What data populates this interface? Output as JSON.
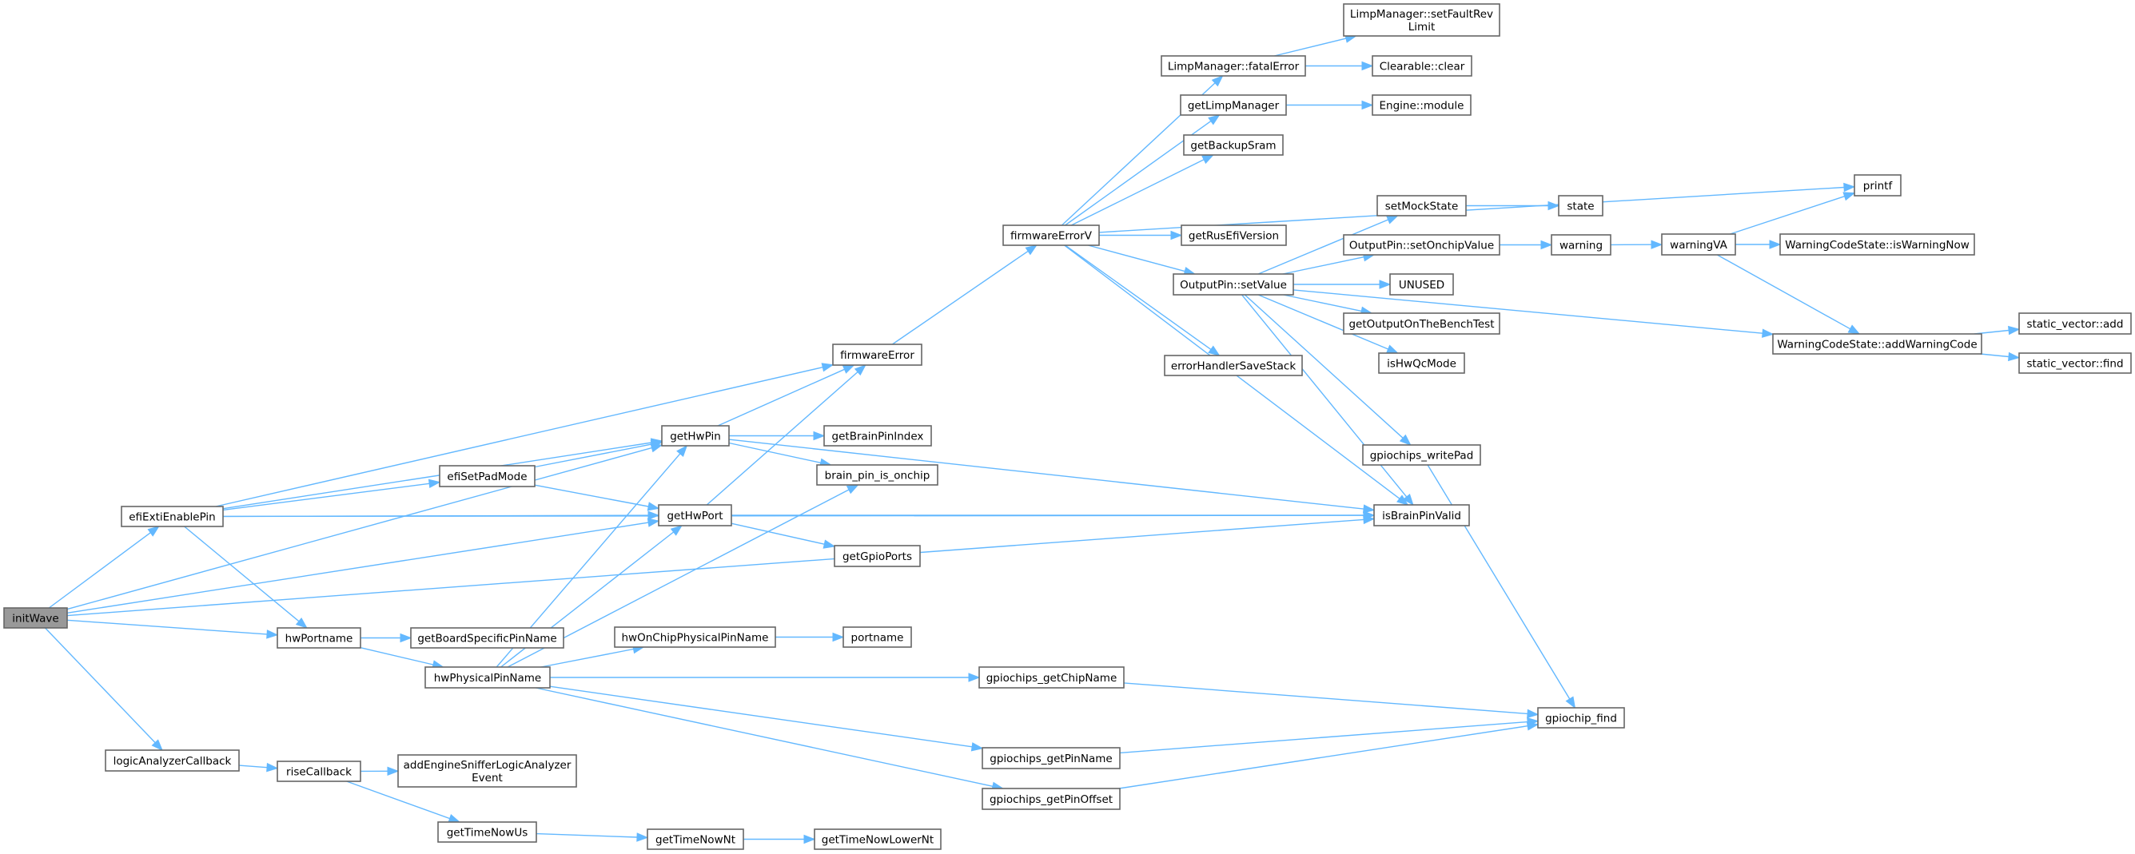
{
  "graph": {
    "title": "initWave call graph",
    "colors": {
      "edge": "#63b8ff",
      "root_fill": "#999999",
      "node_border": "#666666",
      "node_fill": "#ffffff"
    },
    "root": "initWave",
    "nodes": [
      {
        "id": "initWave",
        "lines": [
          "initWave"
        ]
      },
      {
        "id": "efiExtiEnablePin",
        "lines": [
          "efiExtiEnablePin"
        ]
      },
      {
        "id": "logicAnalyzerCallback",
        "lines": [
          "logicAnalyzerCallback"
        ]
      },
      {
        "id": "hwPortname",
        "lines": [
          "hwPortname"
        ]
      },
      {
        "id": "getBoardSpecificPinName",
        "lines": [
          "getBoardSpecificPinName"
        ]
      },
      {
        "id": "hwPhysicalPinName",
        "lines": [
          "hwPhysicalPinName"
        ]
      },
      {
        "id": "riseCallback",
        "lines": [
          "riseCallback"
        ]
      },
      {
        "id": "addEngineSnifferLogicAnalyzerEvent",
        "lines": [
          "addEngineSnifferLogicAnalyzer",
          "Event"
        ]
      },
      {
        "id": "getTimeNowUs",
        "lines": [
          "getTimeNowUs"
        ]
      },
      {
        "id": "getTimeNowNt",
        "lines": [
          "getTimeNowNt"
        ]
      },
      {
        "id": "getTimeNowLowerNt",
        "lines": [
          "getTimeNowLowerNt"
        ]
      },
      {
        "id": "efiSetPadMode",
        "lines": [
          "efiSetPadMode"
        ]
      },
      {
        "id": "getHwPin",
        "lines": [
          "getHwPin"
        ]
      },
      {
        "id": "getHwPort",
        "lines": [
          "getHwPort"
        ]
      },
      {
        "id": "firmwareError",
        "lines": [
          "firmwareError"
        ]
      },
      {
        "id": "getBrainPinIndex",
        "lines": [
          "getBrainPinIndex"
        ]
      },
      {
        "id": "brain_pin_is_onchip",
        "lines": [
          "brain_pin_is_onchip"
        ]
      },
      {
        "id": "getGpioPorts",
        "lines": [
          "getGpioPorts"
        ]
      },
      {
        "id": "hwOnChipPhysicalPinName",
        "lines": [
          "hwOnChipPhysicalPinName"
        ]
      },
      {
        "id": "portname",
        "lines": [
          "portname"
        ]
      },
      {
        "id": "gpiochips_getChipName",
        "lines": [
          "gpiochips_getChipName"
        ]
      },
      {
        "id": "gpiochips_getPinName",
        "lines": [
          "gpiochips_getPinName"
        ]
      },
      {
        "id": "gpiochips_getPinOffset",
        "lines": [
          "gpiochips_getPinOffset"
        ]
      },
      {
        "id": "gpiochip_find",
        "lines": [
          "gpiochip_find"
        ]
      },
      {
        "id": "firmwareErrorV",
        "lines": [
          "firmwareErrorV"
        ]
      },
      {
        "id": "fatalError",
        "lines": [
          "LimpManager::fatalError"
        ]
      },
      {
        "id": "setFaultRevLimit",
        "lines": [
          "LimpManager::setFaultRev",
          "Limit"
        ]
      },
      {
        "id": "clear",
        "lines": [
          "Clearable::clear"
        ]
      },
      {
        "id": "getLimpManager",
        "lines": [
          "getLimpManager"
        ]
      },
      {
        "id": "engineModule",
        "lines": [
          "Engine::module"
        ]
      },
      {
        "id": "getBackupSram",
        "lines": [
          "getBackupSram"
        ]
      },
      {
        "id": "getRusEfiVersion",
        "lines": [
          "getRusEfiVersion"
        ]
      },
      {
        "id": "setValue",
        "lines": [
          "OutputPin::setValue"
        ]
      },
      {
        "id": "errorHandlerSaveStack",
        "lines": [
          "errorHandlerSaveStack"
        ]
      },
      {
        "id": "setMockState",
        "lines": [
          "setMockState"
        ]
      },
      {
        "id": "state",
        "lines": [
          "state"
        ]
      },
      {
        "id": "setOnchipValue",
        "lines": [
          "OutputPin::setOnchipValue"
        ]
      },
      {
        "id": "warning",
        "lines": [
          "warning"
        ]
      },
      {
        "id": "warningVA",
        "lines": [
          "warningVA"
        ]
      },
      {
        "id": "UNUSED",
        "lines": [
          "UNUSED"
        ]
      },
      {
        "id": "getOutputOnTheBenchTest",
        "lines": [
          "getOutputOnTheBenchTest"
        ]
      },
      {
        "id": "isHwQcMode",
        "lines": [
          "isHwQcMode"
        ]
      },
      {
        "id": "gpiochips_writePad",
        "lines": [
          "gpiochips_writePad"
        ]
      },
      {
        "id": "isBrainPinValid",
        "lines": [
          "isBrainPinValid"
        ]
      },
      {
        "id": "printf",
        "lines": [
          "printf"
        ]
      },
      {
        "id": "isWarningNow",
        "lines": [
          "WarningCodeState::isWarningNow"
        ]
      },
      {
        "id": "addWarningCode",
        "lines": [
          "WarningCodeState::addWarningCode"
        ]
      },
      {
        "id": "svAdd",
        "lines": [
          "static_vector::add"
        ]
      },
      {
        "id": "svFind",
        "lines": [
          "static_vector::find"
        ]
      }
    ],
    "edges": [
      [
        "initWave",
        "efiExtiEnablePin"
      ],
      [
        "initWave",
        "getHwPin"
      ],
      [
        "initWave",
        "getHwPort"
      ],
      [
        "initWave",
        "hwPortname"
      ],
      [
        "initWave",
        "isBrainPinValid"
      ],
      [
        "initWave",
        "logicAnalyzerCallback"
      ],
      [
        "efiExtiEnablePin",
        "firmwareError"
      ],
      [
        "efiExtiEnablePin",
        "getHwPin"
      ],
      [
        "efiExtiEnablePin",
        "efiSetPadMode"
      ],
      [
        "efiExtiEnablePin",
        "getHwPort"
      ],
      [
        "efiExtiEnablePin",
        "isBrainPinValid"
      ],
      [
        "efiExtiEnablePin",
        "hwPortname"
      ],
      [
        "efiSetPadMode",
        "getHwPin"
      ],
      [
        "efiSetPadMode",
        "getHwPort"
      ],
      [
        "hwPortname",
        "getBoardSpecificPinName"
      ],
      [
        "hwPortname",
        "hwPhysicalPinName"
      ],
      [
        "hwPhysicalPinName",
        "getHwPin"
      ],
      [
        "hwPhysicalPinName",
        "getHwPort"
      ],
      [
        "hwPhysicalPinName",
        "brain_pin_is_onchip"
      ],
      [
        "hwPhysicalPinName",
        "hwOnChipPhysicalPinName"
      ],
      [
        "hwPhysicalPinName",
        "gpiochips_getChipName"
      ],
      [
        "hwPhysicalPinName",
        "gpiochips_getPinName"
      ],
      [
        "hwPhysicalPinName",
        "gpiochips_getPinOffset"
      ],
      [
        "hwOnChipPhysicalPinName",
        "portname"
      ],
      [
        "logicAnalyzerCallback",
        "riseCallback"
      ],
      [
        "riseCallback",
        "addEngineSnifferLogicAnalyzerEvent"
      ],
      [
        "riseCallback",
        "getTimeNowUs"
      ],
      [
        "getTimeNowUs",
        "getTimeNowNt"
      ],
      [
        "getTimeNowNt",
        "getTimeNowLowerNt"
      ],
      [
        "getHwPin",
        "firmwareError"
      ],
      [
        "getHwPin",
        "getBrainPinIndex"
      ],
      [
        "getHwPin",
        "brain_pin_is_onchip"
      ],
      [
        "getHwPin",
        "isBrainPinValid"
      ],
      [
        "getHwPort",
        "firmwareError"
      ],
      [
        "getHwPort",
        "isBrainPinValid"
      ],
      [
        "getHwPort",
        "getGpioPorts"
      ],
      [
        "firmwareError",
        "firmwareErrorV"
      ],
      [
        "firmwareErrorV",
        "fatalError"
      ],
      [
        "firmwareErrorV",
        "getLimpManager"
      ],
      [
        "firmwareErrorV",
        "getBackupSram"
      ],
      [
        "firmwareErrorV",
        "printf"
      ],
      [
        "firmwareErrorV",
        "getRusEfiVersion"
      ],
      [
        "firmwareErrorV",
        "setValue"
      ],
      [
        "firmwareErrorV",
        "errorHandlerSaveStack"
      ],
      [
        "firmwareErrorV",
        "isBrainPinValid"
      ],
      [
        "fatalError",
        "setFaultRevLimit"
      ],
      [
        "fatalError",
        "clear"
      ],
      [
        "getLimpManager",
        "engineModule"
      ],
      [
        "setValue",
        "setMockState"
      ],
      [
        "setValue",
        "setOnchipValue"
      ],
      [
        "setValue",
        "UNUSED"
      ],
      [
        "setValue",
        "getOutputOnTheBenchTest"
      ],
      [
        "setValue",
        "isHwQcMode"
      ],
      [
        "setValue",
        "gpiochips_writePad"
      ],
      [
        "setValue",
        "isBrainPinValid"
      ],
      [
        "setValue",
        "addWarningCode"
      ],
      [
        "setMockState",
        "state"
      ],
      [
        "setOnchipValue",
        "warning"
      ],
      [
        "warning",
        "warningVA"
      ],
      [
        "warningVA",
        "printf"
      ],
      [
        "warningVA",
        "isWarningNow"
      ],
      [
        "warningVA",
        "addWarningCode"
      ],
      [
        "addWarningCode",
        "svAdd"
      ],
      [
        "addWarningCode",
        "svFind"
      ],
      [
        "gpiochips_writePad",
        "gpiochip_find"
      ],
      [
        "gpiochips_getChipName",
        "gpiochip_find"
      ],
      [
        "gpiochips_getPinName",
        "gpiochip_find"
      ],
      [
        "gpiochips_getPinOffset",
        "gpiochip_find"
      ]
    ]
  }
}
